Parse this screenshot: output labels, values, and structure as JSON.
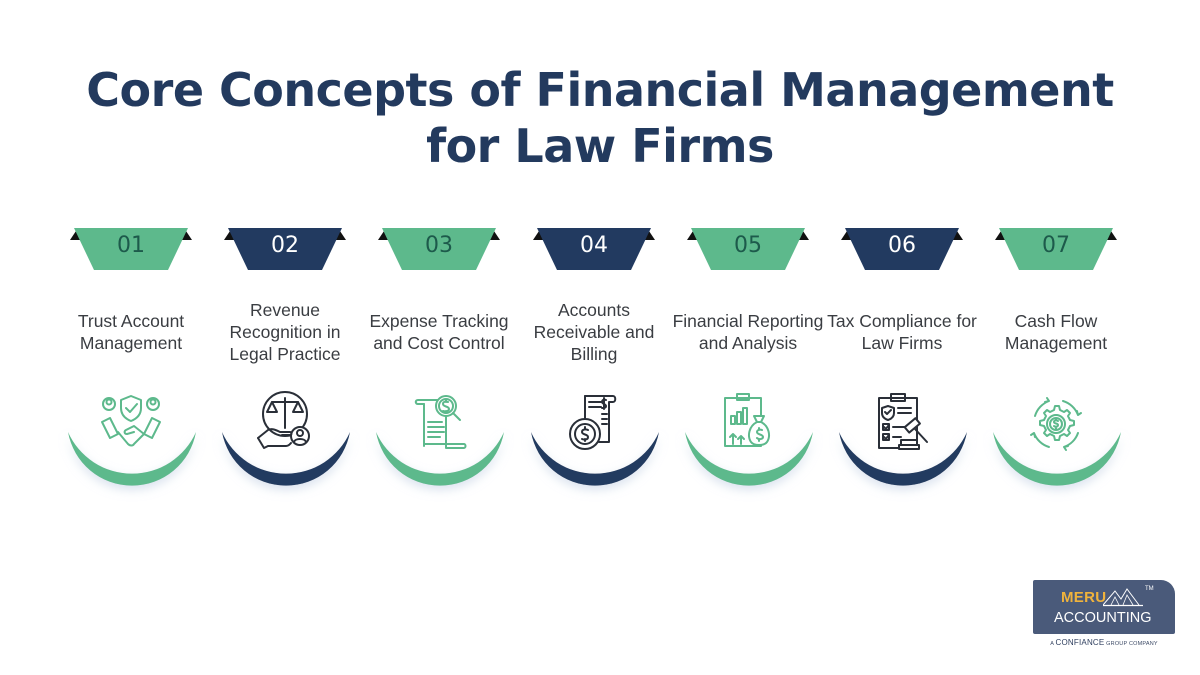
{
  "title": {
    "line1": "Core Concepts of Financial Management",
    "line2": "for Law Firms"
  },
  "colors": {
    "green": "#5DB98C",
    "navy": "#223A60",
    "title": "#233A5E",
    "label": "#3A3D42",
    "green_number": "#1D5A4B",
    "navy_number": "#FFFFFF",
    "logo_bg": "#4A5A7A",
    "logo_accent": "#F0B33C"
  },
  "steps": [
    {
      "number": "01",
      "label": "Trust Account Management",
      "theme": "green",
      "icon": "handshake-shield-icon"
    },
    {
      "number": "02",
      "label": "Revenue Recognition in Legal Practice",
      "theme": "navy",
      "icon": "scales-hand-person-icon"
    },
    {
      "number": "03",
      "label": "Expense Tracking and Cost Control",
      "theme": "green",
      "icon": "receipt-magnifier-dollar-icon"
    },
    {
      "number": "04",
      "label": "Accounts Receivable and Billing",
      "theme": "navy",
      "icon": "invoice-coin-icon"
    },
    {
      "number": "05",
      "label": "Financial Reporting and Analysis",
      "theme": "green",
      "icon": "chart-clipboard-moneybag-icon"
    },
    {
      "number": "06",
      "label": "Tax Compliance for Law Firms",
      "theme": "navy",
      "icon": "clipboard-gavel-icon"
    },
    {
      "number": "07",
      "label": "Cash Flow Management",
      "theme": "green",
      "icon": "gear-cycle-dollar-icon"
    }
  ],
  "logo": {
    "brand_top": "MERU",
    "brand_bottom": "ACCOUNTING",
    "trademark": "TM",
    "sub_prefix": "A",
    "sub_brand": "CONFIANCE",
    "sub_suffix": "GROUP COMPANY"
  }
}
